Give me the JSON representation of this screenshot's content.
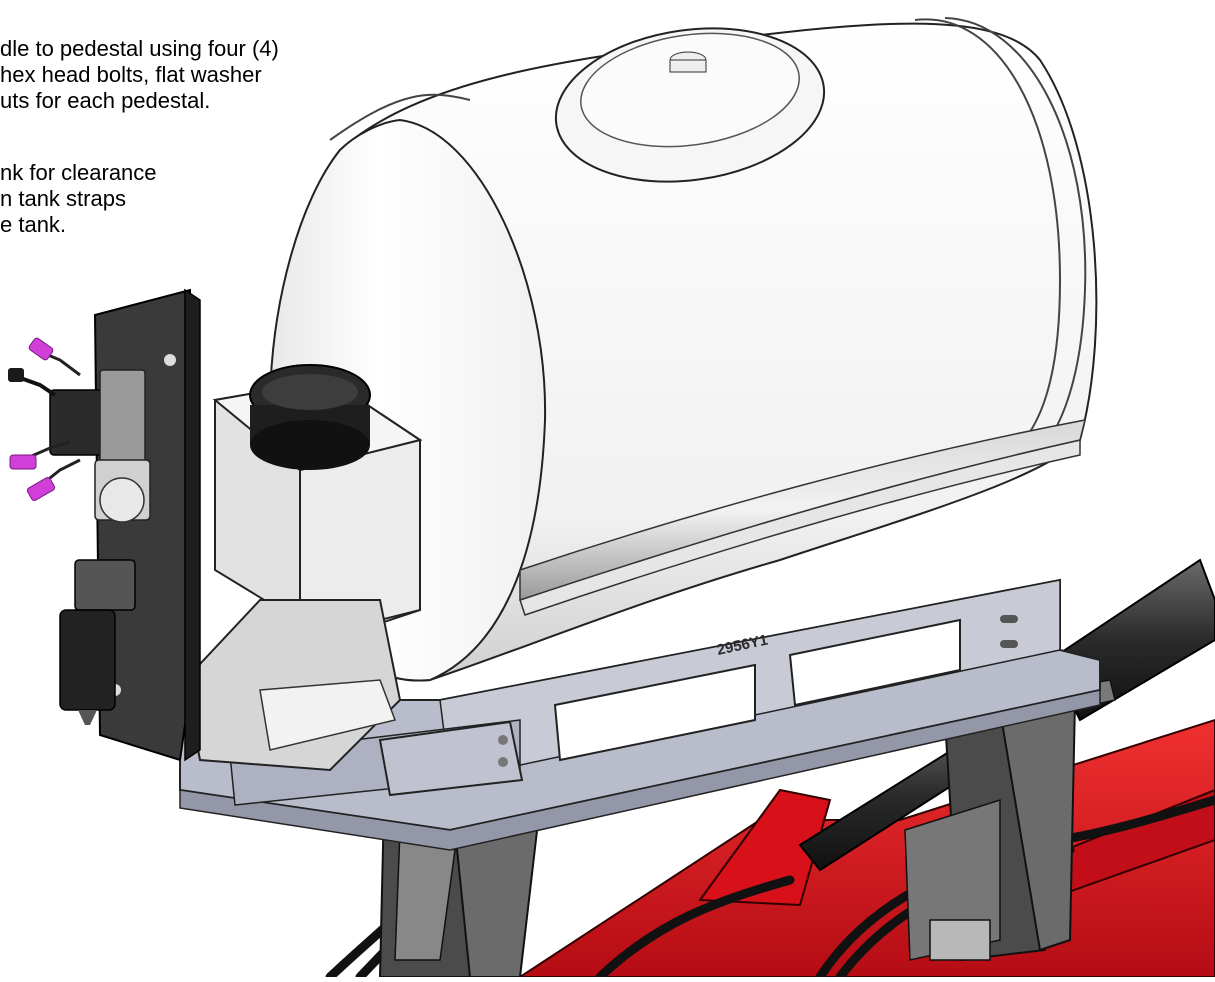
{
  "instructions": {
    "step_1": [
      "dle to pedestal using four (4)",
      "hex head bolts, flat washer",
      "uts for each pedestal."
    ],
    "step_2": [
      "nk for clearance",
      "n tank straps",
      "e tank."
    ]
  },
  "part_markings": {
    "saddle_number": "2956Y1"
  },
  "colors": {
    "tank": "#f4f4f4",
    "saddle": "#b9bccb",
    "pedestal": "#555555",
    "frame": "#e0101c",
    "valve_plate": "#3a3a3a",
    "connector": "#d040d8",
    "hose": "#1a1a1a"
  }
}
